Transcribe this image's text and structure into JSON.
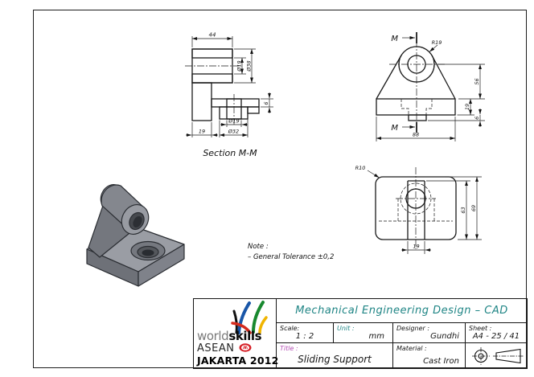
{
  "colors": {
    "line": "#1a1a1a",
    "teal_accent": "#1f8585",
    "magenta_accent": "#b44fb4",
    "model_gray": "#85888e"
  },
  "views": {
    "section_view": {
      "label": "Section M-M",
      "dim_width": "44",
      "dim_hole": "Ø19",
      "dim_outer": "Ø38",
      "dim_flange": "6",
      "dim_boss_hole": "Ø19",
      "dim_boss": "Ø32",
      "dim_web": "19"
    },
    "front_view": {
      "cut_label_top": "M",
      "cut_label_bottom": "M",
      "radius": "R19",
      "dim_height": "56",
      "dim_base": "19",
      "dim_boss": "6",
      "dim_width": "88"
    },
    "side_view": {
      "radius": "R10",
      "dim_inner_height": "63",
      "dim_height": "69",
      "dim_slot": "19"
    }
  },
  "note": {
    "heading": "Note :",
    "line1": "– General Tolerance ±0,2"
  },
  "title_block": {
    "header": "Mechanical Engineering Design – CAD",
    "scale_label": "Scale:",
    "scale_value": "1 : 2",
    "unit_label": "Unit :",
    "unit_value": "mm",
    "designer_label": "Designer :",
    "designer_value": "Gundhi",
    "sheet_label": "Sheet :",
    "sheet_value": "A4 - 25 / 41",
    "title_label": "Title :",
    "title_value": "Sliding Support",
    "material_label": "Material :",
    "material_value": "Cast Iron"
  },
  "logo": {
    "brand_light": "world",
    "brand_bold": "skills",
    "region": "ASEAN",
    "event": "JAKARTA 2012"
  }
}
